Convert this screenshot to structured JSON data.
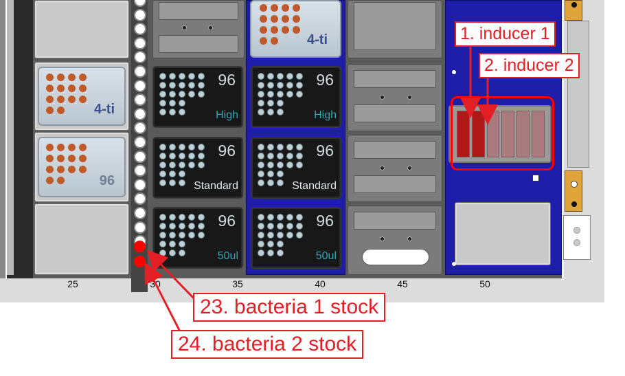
{
  "axis_ticks": [
    "25",
    "30",
    "35",
    "40",
    "45",
    "50"
  ],
  "colors": {
    "annotation": "#e41e25",
    "blue_carrier": "#1d1da8",
    "tip_text": "#32a6b6",
    "plate_dots": "#c15a2a"
  },
  "left_column": {
    "plates": [
      {
        "label": "4-ti"
      },
      {
        "label": "96"
      }
    ]
  },
  "tip_boxes": [
    {
      "count": "96",
      "type": "High"
    },
    {
      "count": "96",
      "type": "Standard"
    },
    {
      "count": "96",
      "type": "50ul"
    },
    {
      "count": "96",
      "type": "High"
    },
    {
      "count": "96",
      "type": "Standard"
    },
    {
      "count": "96",
      "type": "50ul"
    }
  ],
  "blue_column_top_plate": {
    "label": "4-ti"
  },
  "annotations": [
    {
      "text": "1. inducer 1"
    },
    {
      "text": "2. inducer 2"
    },
    {
      "text": "23. bacteria 1 stock"
    },
    {
      "text": "24. bacteria 2 stock"
    }
  ],
  "reagent_trough": {
    "lanes": 6,
    "highlighted_lanes": 2
  },
  "tube_positions": {
    "count": 18,
    "highlighted": 2
  },
  "icons": [
    "tube-ring-icon",
    "trough-lane-icon",
    "arrow-icon",
    "plate-well-icon"
  ]
}
